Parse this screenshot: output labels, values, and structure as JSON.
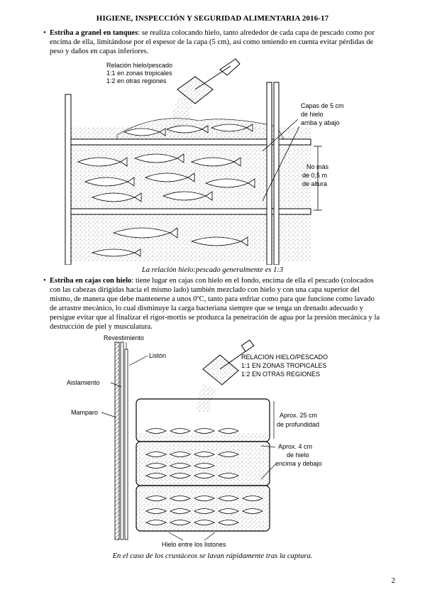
{
  "header": "HIGIENE, INSPECCIÓN Y SEGURIDAD ALIMENTARIA 2016-17",
  "section1": {
    "term": "Estriba a granel en tanques",
    "text": ": se realiza colocando hielo, tanto alrededor de cada capa de pescado como por encima de ella, limitándose por el espesor de la capa (5 cm), así como teniendo en cuenta evitar pérdidas de peso y daños en capas inferiores."
  },
  "figure1": {
    "ratio_lines": [
      "Relación hielo/pescado",
      "1:1 en zonas tropicales",
      "1:2 en otras regiones"
    ],
    "layers_lines": [
      "Capas de 5 cm",
      "de hielo",
      "arriba y abajo"
    ],
    "height_lines": [
      "No más",
      "de 0,5 m",
      "de altura"
    ]
  },
  "caption1": "La relación hielo:pescado generalmente es 1:3",
  "section2": {
    "term": "Estriba en cajas con hielo",
    "text": ": tiene lugar en cajas con hielo en el fondo, encima de ella el pescado (colocados con las cabezas dirigidas hacia el mismo lado) también mezclado con hielo y con una capa superior del mismo, de manera que debe mantenerse a unos 0ºC, tanto para enfriar como para que funcione como lavado de arrastre mecánico, lo cual disminuye la carga bacteriana siempre que se tenga un drenado adecuado y persigue evitar que al finalizar el rigor-mortis se produzca la penetración de agua por la presión mecánica y la destrucción de piel y musculatura."
  },
  "figure2": {
    "revestimiento": "Revestimiento",
    "liston": "Listón",
    "aislamiento": "Aislamiento",
    "mamparo": "Mamparo",
    "ratio_lines": [
      "RELACION HIELO/PESCADO",
      "1:1 EN ZONAS TROPICALES",
      "1:2 EN OTRAS REGIONES"
    ],
    "depth_lines": [
      "Aprox. 25 cm",
      "de profundidad"
    ],
    "ice_lines": [
      "Aprox. 4 cm",
      "de hielo",
      "encima y debajo"
    ],
    "bottom": "Hielo entre los listones"
  },
  "caption2": "En el caso de los crustáceos se lavan rápidamente tras la captura.",
  "page_number": "2"
}
